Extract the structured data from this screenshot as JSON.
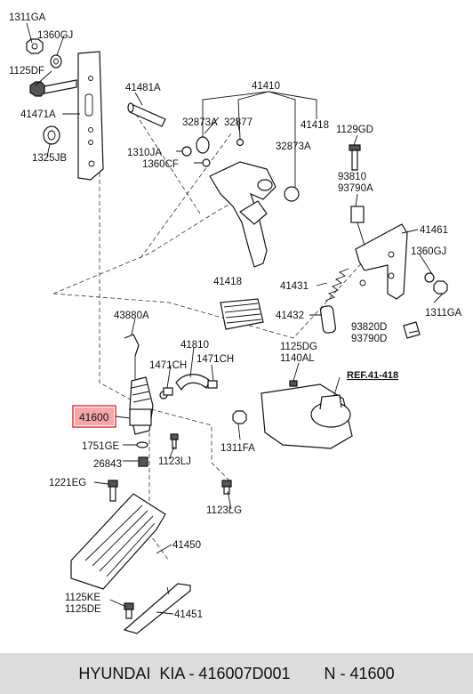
{
  "labels": {
    "p1311GA_top": "1311GA",
    "p1360GJ_top": "1360GJ",
    "p1125DF": "1125DF",
    "p41471A": "41471A",
    "p1325JB": "1325JB",
    "p41481A": "41481A",
    "p41410": "41410",
    "p32873A_a": "32873A",
    "p32877": "32877",
    "p41418_top": "41418",
    "p1310JA": "1310JA",
    "p1360CF": "1360CF",
    "p32873A_b": "32873A",
    "p1129GD": "1129GD",
    "p93810": "93810",
    "p93790A": "93790A",
    "p41461": "41461",
    "p1360GJ_right": "1360GJ",
    "p1311GA_right": "1311GA",
    "p41418_pedal": "41418",
    "p41431": "41431",
    "p41432": "41432",
    "p93820D": "93820D",
    "p93790D": "93790D",
    "p43880A": "43880A",
    "p41810": "41810",
    "p1471CH_a": "1471CH",
    "p1471CH_b": "1471CH",
    "p1125DG": "1125DG",
    "p1140AL": "1140AL",
    "ref41418": "REF.41-418",
    "p41600": "41600",
    "p1751GE": "1751GE",
    "p1123LJ": "1123LJ",
    "p26843": "26843",
    "p1311FA": "1311FA",
    "p1221EG": "1221EG",
    "p1123LG": "1123LG",
    "p41450": "41450",
    "p1125KE": "1125KE",
    "p1125DE": "1125DE",
    "p41451": "41451"
  },
  "highlight_color": "#e8333a",
  "footer": {
    "brand": "HYUNDAI  KIA - 416007D001",
    "part": "N - 41600"
  }
}
